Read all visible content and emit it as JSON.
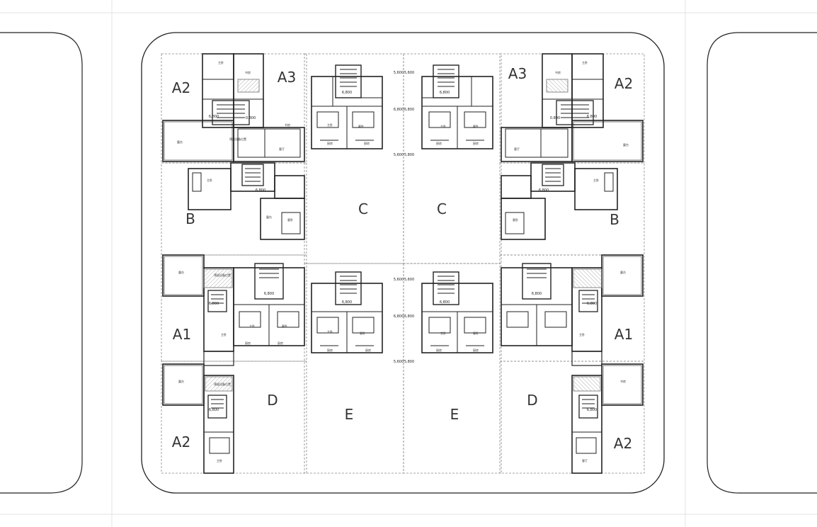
{
  "zones": [
    {
      "id": "A2-tl",
      "label": "A2"
    },
    {
      "id": "A3-tl",
      "label": "A3"
    },
    {
      "id": "B-l",
      "label": "B"
    },
    {
      "id": "C-l",
      "label": "C"
    },
    {
      "id": "C-r",
      "label": "C"
    },
    {
      "id": "A3-tr",
      "label": "A3"
    },
    {
      "id": "A2-tr",
      "label": "A2"
    },
    {
      "id": "B-r",
      "label": "B"
    },
    {
      "id": "A1-l",
      "label": "A1"
    },
    {
      "id": "D-l",
      "label": "D"
    },
    {
      "id": "E-l",
      "label": "E"
    },
    {
      "id": "E-r",
      "label": "E"
    },
    {
      "id": "D-r",
      "label": "D"
    },
    {
      "id": "A1-r",
      "label": "A1"
    },
    {
      "id": "A2-bl",
      "label": "A2"
    },
    {
      "id": "A2-br",
      "label": "A2"
    }
  ],
  "dimensions": {
    "d6800": "6,800",
    "d5600": "5,600",
    "d5800": "5,800",
    "d0800": "0.800"
  },
  "room_labels": {
    "bedroom": "客卧",
    "master": "主卧",
    "study": "书房",
    "courtyard": "庭院",
    "garden": "花园",
    "living": "客厅",
    "kitchen": "厨房",
    "terrace": "露台",
    "stair_note": "楼梯间",
    "hatch_note": "预留设备位置"
  },
  "colors": {
    "line": "#222222",
    "dash": "#777777",
    "grid": "#dddddd",
    "hatch": "#999999"
  }
}
